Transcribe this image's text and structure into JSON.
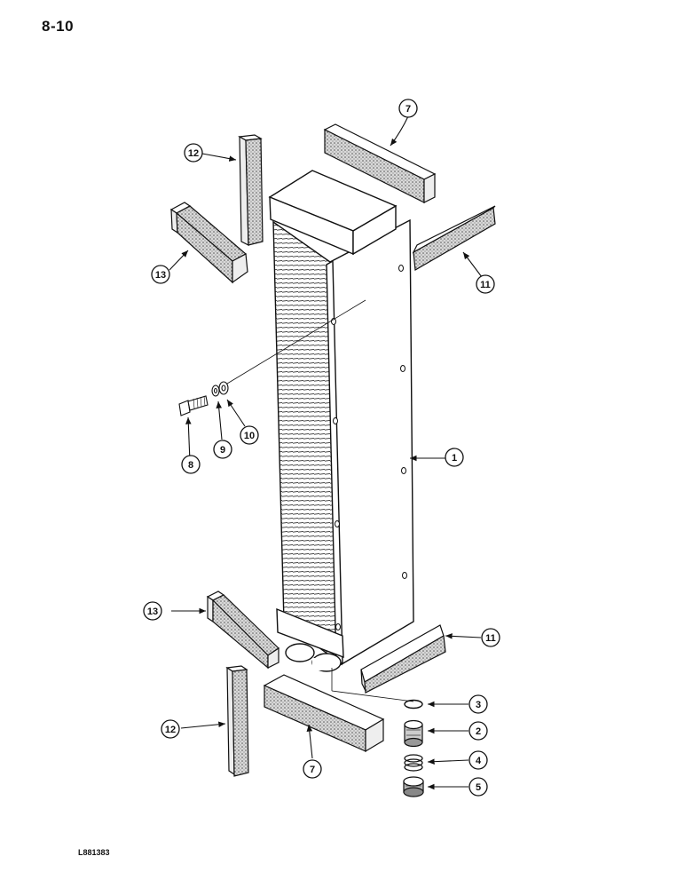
{
  "page": {
    "page_number": "8-10",
    "drawing_code": "L881383"
  },
  "colors": {
    "ink": "#111111",
    "pad_fill": "#bdbdbd",
    "paper": "#ffffff"
  },
  "parts": [
    {
      "id": "oil-cooler",
      "callout": "1"
    },
    {
      "id": "fitting",
      "callout": "2"
    },
    {
      "id": "snap-ring",
      "callout": "3"
    },
    {
      "id": "spring",
      "callout": "4"
    },
    {
      "id": "plug",
      "callout": "5"
    },
    {
      "id": "seal-top",
      "callout": "7"
    },
    {
      "id": "seal-bottom",
      "callout": "7"
    },
    {
      "id": "bolt",
      "callout": "8"
    },
    {
      "id": "washer",
      "callout": "9"
    },
    {
      "id": "nut",
      "callout": "10"
    },
    {
      "id": "seal-right-top",
      "callout": "11"
    },
    {
      "id": "seal-right-bottom",
      "callout": "11"
    },
    {
      "id": "seal-left-top",
      "callout": "12"
    },
    {
      "id": "seal-left-bottom",
      "callout": "12"
    },
    {
      "id": "angle-seal-top",
      "callout": "13"
    },
    {
      "id": "angle-seal-bottom",
      "callout": "13"
    }
  ]
}
